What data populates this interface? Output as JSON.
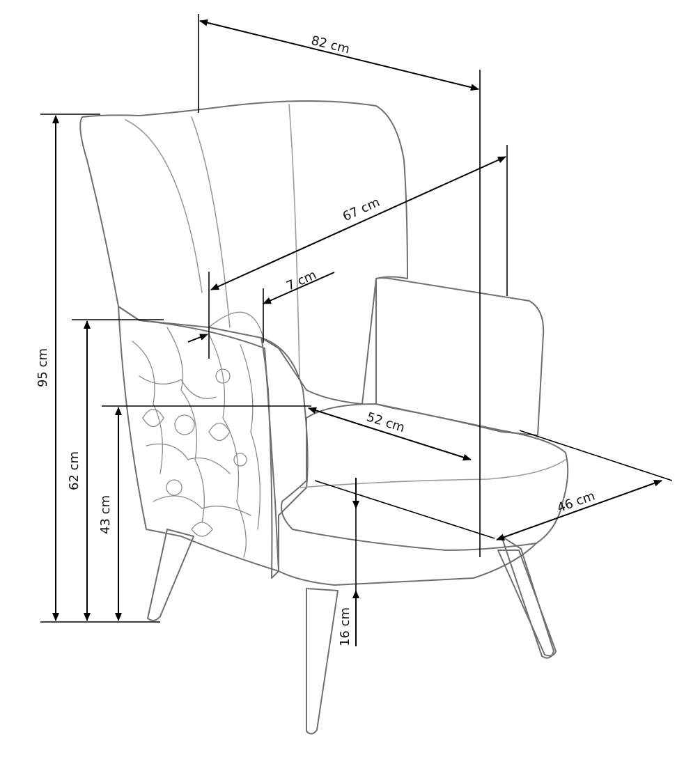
{
  "labels": {
    "width": "82 cm",
    "depth": "67 cm",
    "backrest_thickness": "7 cm",
    "seat_depth": "52 cm",
    "seat_width": "46 cm",
    "total_height": "95 cm",
    "armrest_height": "62 cm",
    "seat_height": "43 cm",
    "clearance": "16 cm"
  }
}
